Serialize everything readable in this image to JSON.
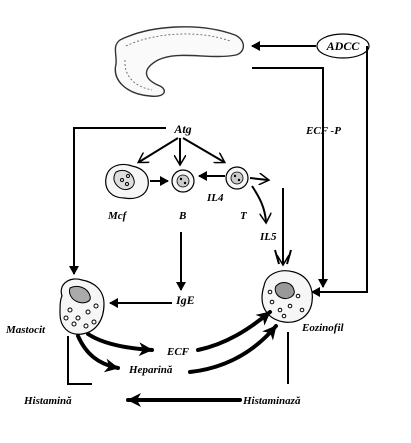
{
  "labels": {
    "adcc": "ADCC",
    "ecf_p": "ECF -P",
    "atg": "Atg",
    "mcf": "Mcf",
    "b": "B",
    "t": "T",
    "il4": "IL4",
    "il5": "IL5",
    "ige": "IgE",
    "mastocit": "Mastocit",
    "eozinofil": "Eozinofil",
    "ecf": "ECF",
    "heparina": "Heparină",
    "histamina": "Histamină",
    "histaminaza": "Histaminază"
  },
  "colors": {
    "ink": "#000000",
    "background": "#ffffff"
  },
  "icons": [
    "parasite-shape",
    "macrophage-cell",
    "b-cell",
    "t-cell",
    "mast-cell",
    "eosinophil-cell"
  ]
}
